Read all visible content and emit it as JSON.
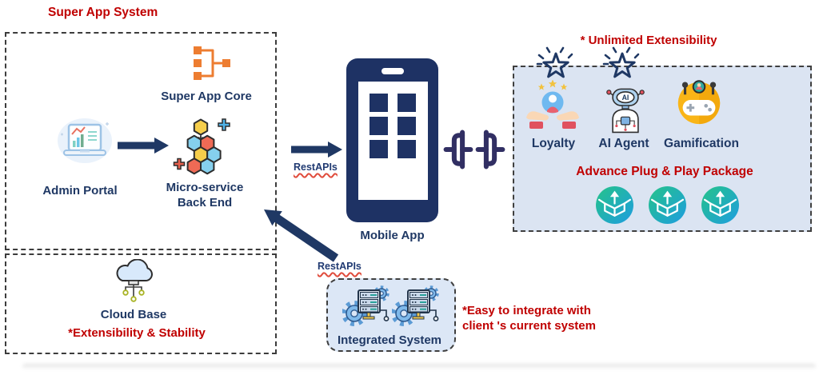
{
  "title": "Super App System",
  "colors": {
    "accent_red": "#C00000",
    "accent_navy": "#1F3864",
    "panel_blue": "#DBE4F2",
    "icon_orange": "#ED7D31",
    "plug_purple": "#312F63",
    "package_gradient": [
      "#25C389",
      "#1E9DE0"
    ]
  },
  "left_system": {
    "core_label": "Super App Core",
    "admin_label": "Admin Portal",
    "micro_label_line1": "Micro-service",
    "micro_label_line2": "Back End"
  },
  "cloud": {
    "label": "Cloud Base",
    "note": "*Extensibility & Stability"
  },
  "mobile": {
    "label": "Mobile App",
    "rest_api_label": "RestAPIs"
  },
  "integration": {
    "rest_api_label": "RestAPIs",
    "box_label": "Integrated System",
    "note_line1": "*Easy to integrate with",
    "note_line2": "client 's current system"
  },
  "extensibility": {
    "heading": "* Unlimited Extensibility",
    "ai_badge": "AI",
    "features": [
      {
        "label": "Loyalty",
        "icon": "loyalty-hands-icon"
      },
      {
        "label": "AI Agent",
        "icon": "ai-robot-icon"
      },
      {
        "label": "Gamification",
        "icon": "gamepad-icon"
      }
    ],
    "package_heading": "Advance Plug & Play Package"
  },
  "icons": {
    "core": "org-chart-icon",
    "admin": "laptop-analytics-icon",
    "microservice": "hexagon-cluster-icon",
    "cloud": "cloud-network-icon",
    "mobile": "smartphone-icon",
    "connector": "plug-connector-icon",
    "stars": "star-burst-icon",
    "package": "open-package-icon",
    "integrated": "server-gear-icon"
  }
}
